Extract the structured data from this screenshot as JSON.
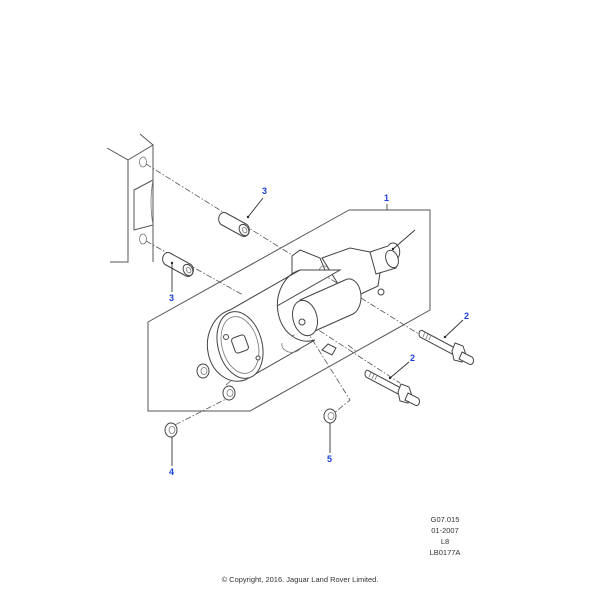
{
  "diagram": {
    "subject": "Starter motor exploded view",
    "callouts": [
      {
        "id": "callout-1",
        "label": "1",
        "part": "starter-motor-assembly"
      },
      {
        "id": "callout-2a",
        "label": "2",
        "part": "stud-bolt"
      },
      {
        "id": "callout-2b",
        "label": "2",
        "part": "stud-bolt"
      },
      {
        "id": "callout-3a",
        "label": "3",
        "part": "dowel-sleeve"
      },
      {
        "id": "callout-3b",
        "label": "3",
        "part": "dowel-sleeve"
      },
      {
        "id": "callout-4",
        "label": "4",
        "part": "flange-nut"
      },
      {
        "id": "callout-5",
        "label": "5",
        "part": "flange-nut"
      }
    ],
    "callout_color": "#1a3fd6",
    "line_color": "#555555"
  },
  "reference": {
    "lines": [
      "G07.015",
      "01-2007",
      "L8",
      "LB0177A"
    ]
  },
  "footer": {
    "copyright": "© Copyright, 2016. Jaguar Land Rover Limited."
  }
}
